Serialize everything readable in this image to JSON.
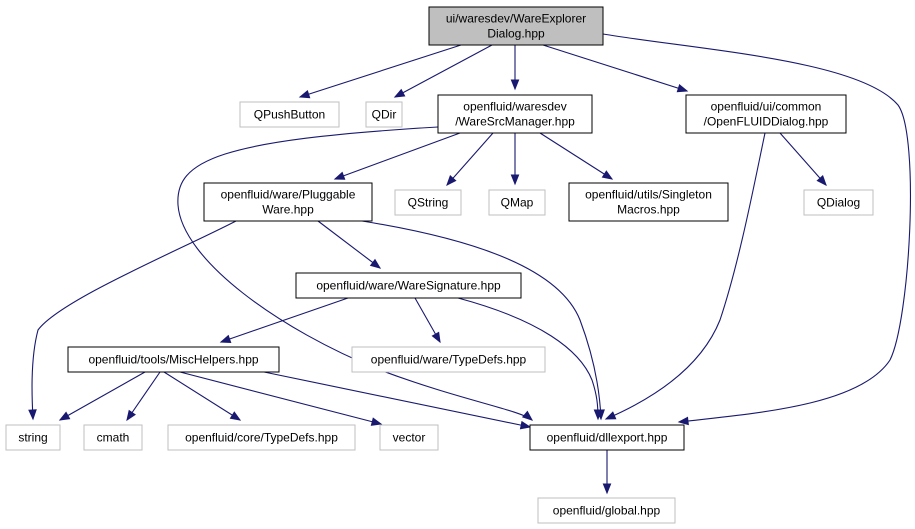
{
  "colors": {
    "edge": "#191970",
    "root_fill": "#bfbfbf",
    "root_stroke": "#000000",
    "normal_stroke": "#000000",
    "external_stroke": "#bfbfbf"
  },
  "nodes": {
    "root": {
      "lines": [
        "ui/waresdev/WareExplorer",
        "Dialog.hpp"
      ],
      "kind": "root"
    },
    "qpushbutton": {
      "lines": [
        "QPushButton"
      ],
      "kind": "external"
    },
    "qdir": {
      "lines": [
        "QDir"
      ],
      "kind": "external"
    },
    "waresrcmanager": {
      "lines": [
        "openfluid/waresdev",
        "/WareSrcManager.hpp"
      ],
      "kind": "normal"
    },
    "openfluiddialog": {
      "lines": [
        "openfluid/ui/common",
        "/OpenFLUIDDialog.hpp"
      ],
      "kind": "normal"
    },
    "pluggableware": {
      "lines": [
        "openfluid/ware/Pluggable",
        "Ware.hpp"
      ],
      "kind": "normal"
    },
    "qstring": {
      "lines": [
        "QString"
      ],
      "kind": "external"
    },
    "qmap": {
      "lines": [
        "QMap"
      ],
      "kind": "external"
    },
    "singletonmacros": {
      "lines": [
        "openfluid/utils/Singleton",
        "Macros.hpp"
      ],
      "kind": "normal"
    },
    "qdialog": {
      "lines": [
        "QDialog"
      ],
      "kind": "external"
    },
    "waresignature": {
      "lines": [
        "openfluid/ware/WareSignature.hpp"
      ],
      "kind": "normal"
    },
    "mischelpers": {
      "lines": [
        "openfluid/tools/MiscHelpers.hpp"
      ],
      "kind": "normal"
    },
    "waretypedefs": {
      "lines": [
        "openfluid/ware/TypeDefs.hpp"
      ],
      "kind": "external"
    },
    "string": {
      "lines": [
        "string"
      ],
      "kind": "external"
    },
    "cmath": {
      "lines": [
        "cmath"
      ],
      "kind": "external"
    },
    "coretypedefs": {
      "lines": [
        "openfluid/core/TypeDefs.hpp"
      ],
      "kind": "external"
    },
    "vector": {
      "lines": [
        "vector"
      ],
      "kind": "external"
    },
    "dllexport": {
      "lines": [
        "openfluid/dllexport.hpp"
      ],
      "kind": "normal"
    },
    "global": {
      "lines": [
        "openfluid/global.hpp"
      ],
      "kind": "external"
    }
  },
  "edges": [
    {
      "from": "root",
      "to": "qpushbutton"
    },
    {
      "from": "root",
      "to": "qdir"
    },
    {
      "from": "root",
      "to": "waresrcmanager"
    },
    {
      "from": "root",
      "to": "openfluiddialog"
    },
    {
      "from": "root",
      "to": "dllexport"
    },
    {
      "from": "waresrcmanager",
      "to": "pluggableware"
    },
    {
      "from": "waresrcmanager",
      "to": "qstring"
    },
    {
      "from": "waresrcmanager",
      "to": "qmap"
    },
    {
      "from": "waresrcmanager",
      "to": "singletonmacros"
    },
    {
      "from": "waresrcmanager",
      "to": "dllexport"
    },
    {
      "from": "openfluiddialog",
      "to": "qdialog"
    },
    {
      "from": "openfluiddialog",
      "to": "dllexport"
    },
    {
      "from": "pluggableware",
      "to": "waresignature"
    },
    {
      "from": "pluggableware",
      "to": "string"
    },
    {
      "from": "pluggableware",
      "to": "dllexport"
    },
    {
      "from": "waresignature",
      "to": "mischelpers"
    },
    {
      "from": "waresignature",
      "to": "waretypedefs"
    },
    {
      "from": "waresignature",
      "to": "dllexport"
    },
    {
      "from": "mischelpers",
      "to": "string"
    },
    {
      "from": "mischelpers",
      "to": "cmath"
    },
    {
      "from": "mischelpers",
      "to": "coretypedefs"
    },
    {
      "from": "mischelpers",
      "to": "vector"
    },
    {
      "from": "mischelpers",
      "to": "dllexport"
    },
    {
      "from": "dllexport",
      "to": "global"
    }
  ]
}
